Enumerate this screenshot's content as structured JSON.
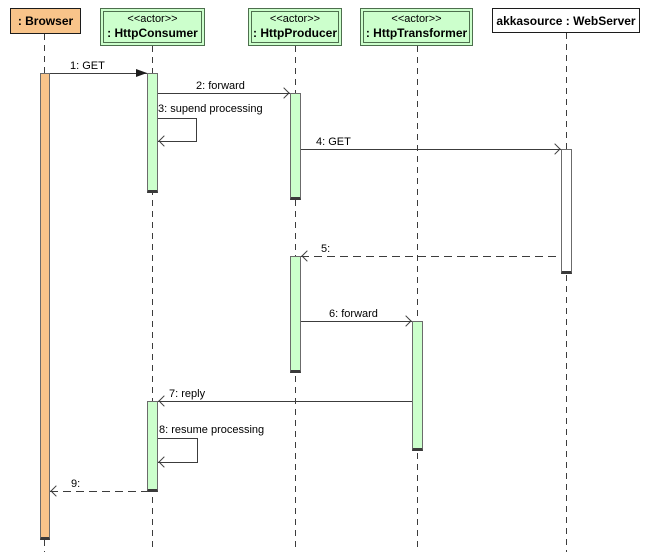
{
  "participants": [
    {
      "name": ": Browser",
      "stereotype": ""
    },
    {
      "name": ": HttpConsumer",
      "stereotype": "<<actor>>"
    },
    {
      "name": ": HttpProducer",
      "stereotype": "<<actor>>"
    },
    {
      "name": ": HttpTransformer",
      "stereotype": "<<actor>>"
    },
    {
      "name": "akkasource : WebServer",
      "stereotype": ""
    }
  ],
  "messages": [
    {
      "label": "1: GET",
      "kind": "sync-solid-filled-arrow"
    },
    {
      "label": "2: forward",
      "kind": "solid-open-arrow"
    },
    {
      "label": "3: supend processing",
      "kind": "self-message"
    },
    {
      "label": "4: GET",
      "kind": "solid-open-arrow"
    },
    {
      "label": "5:",
      "kind": "dashed-return"
    },
    {
      "label": "6: forward",
      "kind": "solid-open-arrow"
    },
    {
      "label": "7: reply",
      "kind": "solid-open-arrow"
    },
    {
      "label": "8: resume processing",
      "kind": "self-message"
    },
    {
      "label": "9:",
      "kind": "dashed-return"
    }
  ],
  "colors": {
    "actor_fill": "#ccffcc",
    "actor_border": "#4d6f4d",
    "browser_fill": "#f8c48a",
    "webserver_fill": "#ffffff",
    "line": "#3c3c3c"
  }
}
